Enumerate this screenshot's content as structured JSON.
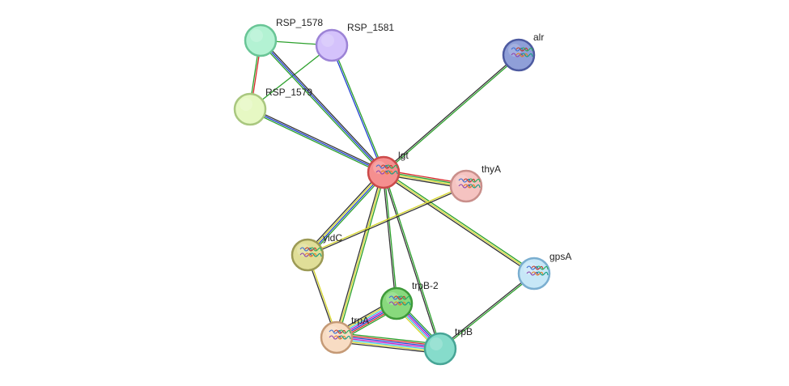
{
  "colors": {
    "neighborhood": "#2ca02c",
    "fusion": "#d62728",
    "cooccurrence": "#1f3fcf",
    "experiments": "#c51ac5",
    "databases": "#40c4e0",
    "textmining": "#d6d62a",
    "coexpression": "#333333",
    "homology": "#3d9a3d"
  },
  "nodes": [
    {
      "id": "RSP_1578",
      "label": "RSP_1578",
      "fill": "#b3f2d3",
      "stroke": "#69c596",
      "structure": false
    },
    {
      "id": "RSP_1581",
      "label": "RSP_1581",
      "fill": "#d4c2fb",
      "stroke": "#9c83d6",
      "structure": false
    },
    {
      "id": "RSP_1579",
      "label": "RSP_1579",
      "fill": "#e6f8c3",
      "stroke": "#a9c77f",
      "structure": false
    },
    {
      "id": "alr",
      "label": "alr",
      "fill": "#8f9fd8",
      "stroke": "#4d5aa0",
      "structure": true
    },
    {
      "id": "lgt",
      "label": "lgt",
      "fill": "#f58f8f",
      "stroke": "#cc4a4a",
      "structure": true
    },
    {
      "id": "thyA",
      "label": "thyA",
      "fill": "#f5c3c1",
      "stroke": "#c98f8b",
      "structure": true
    },
    {
      "id": "yidC",
      "label": "yidC",
      "fill": "#e0de98",
      "stroke": "#9c9a55",
      "structure": true
    },
    {
      "id": "gpsA",
      "label": "gpsA",
      "fill": "#c7e7f7",
      "stroke": "#7aaed0",
      "structure": true
    },
    {
      "id": "trpB-2",
      "label": "trpB-2",
      "fill": "#88d97d",
      "stroke": "#3f9a3a",
      "structure": true
    },
    {
      "id": "trpA",
      "label": "trpA",
      "fill": "#f8dcc3",
      "stroke": "#c59a76",
      "structure": true
    },
    {
      "id": "trpB",
      "label": "trpB",
      "fill": "#86dccb",
      "stroke": "#47a596",
      "structure": false
    }
  ],
  "edges": [
    {
      "source": "RSP_1578",
      "target": "RSP_1581",
      "evidence": [
        "neighborhood"
      ]
    },
    {
      "source": "RSP_1578",
      "target": "RSP_1579",
      "evidence": [
        "fusion",
        "neighborhood"
      ]
    },
    {
      "source": "RSP_1581",
      "target": "RSP_1579",
      "evidence": [
        "neighborhood"
      ]
    },
    {
      "source": "RSP_1578",
      "target": "lgt",
      "evidence": [
        "coexpression",
        "cooccurrence",
        "neighborhood"
      ]
    },
    {
      "source": "RSP_1581",
      "target": "lgt",
      "evidence": [
        "neighborhood",
        "cooccurrence"
      ]
    },
    {
      "source": "RSP_1579",
      "target": "lgt",
      "evidence": [
        "coexpression",
        "cooccurrence",
        "neighborhood"
      ]
    },
    {
      "source": "alr",
      "target": "lgt",
      "evidence": [
        "neighborhood",
        "coexpression"
      ]
    },
    {
      "source": "lgt",
      "target": "thyA",
      "evidence": [
        "fusion",
        "neighborhood",
        "textmining",
        "coexpression"
      ]
    },
    {
      "source": "lgt",
      "target": "yidC",
      "evidence": [
        "neighborhood",
        "cooccurrence",
        "textmining",
        "coexpression"
      ]
    },
    {
      "source": "lgt",
      "target": "gpsA",
      "evidence": [
        "neighborhood",
        "textmining",
        "coexpression"
      ]
    },
    {
      "source": "lgt",
      "target": "trpB-2",
      "evidence": [
        "neighborhood",
        "coexpression"
      ]
    },
    {
      "source": "lgt",
      "target": "trpA",
      "evidence": [
        "neighborhood",
        "textmining",
        "coexpression"
      ]
    },
    {
      "source": "lgt",
      "target": "trpB",
      "evidence": [
        "neighborhood",
        "coexpression"
      ]
    },
    {
      "source": "yidC",
      "target": "thyA",
      "evidence": [
        "textmining",
        "coexpression"
      ]
    },
    {
      "source": "yidC",
      "target": "trpA",
      "evidence": [
        "textmining",
        "coexpression"
      ]
    },
    {
      "source": "trpB-2",
      "target": "trpA",
      "evidence": [
        "neighborhood",
        "fusion",
        "cooccurrence",
        "experiments",
        "databases",
        "textmining",
        "coexpression"
      ]
    },
    {
      "source": "trpB-2",
      "target": "trpB",
      "evidence": [
        "neighborhood",
        "cooccurrence",
        "experiments",
        "databases",
        "textmining"
      ]
    },
    {
      "source": "trpA",
      "target": "trpB",
      "evidence": [
        "neighborhood",
        "fusion",
        "cooccurrence",
        "experiments",
        "databases",
        "textmining",
        "coexpression"
      ]
    },
    {
      "source": "gpsA",
      "target": "trpB",
      "evidence": [
        "neighborhood",
        "coexpression"
      ]
    }
  ]
}
